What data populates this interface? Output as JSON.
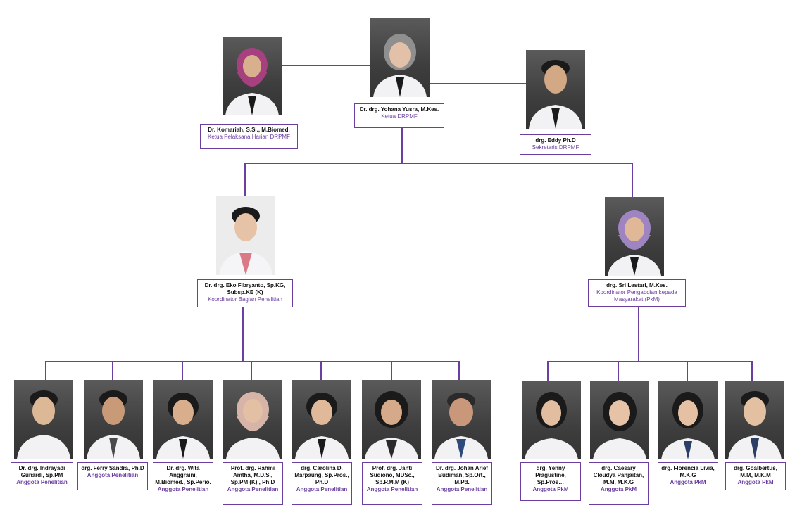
{
  "colors": {
    "connector": "#6b3fa0",
    "role_text": "#6b3fa0",
    "name_text": "#111111",
    "card_border": "#6b3fa0"
  },
  "top": {
    "head": {
      "name": "Dr. drg. Yohana Yusra, M.Kes.",
      "role": "Ketua DRPMF"
    },
    "left": {
      "name": "Dr. Komariah, S.Si., M.Biomed.",
      "role": "Ketua Pelaksana Harian DRPMF"
    },
    "right": {
      "name": "drg. Eddy Ph.D",
      "role": "Sekretaris DRPMF"
    }
  },
  "coordinators": {
    "research": {
      "name": "Dr. drg. Eko Fibryanto, Sp.KG, Subsp.KE (K)",
      "role": "Koordinator Bagian Penelitian"
    },
    "community": {
      "name": "drg. Sri Lestari, M.Kes.",
      "role": "Koordinator Pengabdian kepada Masyarakat  (PkM)"
    }
  },
  "research_members": [
    {
      "name": "Dr. drg. Indrayadi Gunardi, Sp.PM",
      "role": "Anggota Penelitian"
    },
    {
      "name": "drg. Ferry Sandra, Ph.D",
      "role": "Anggota Penelitian"
    },
    {
      "name": "Dr. drg. Wita Anggraini, M.Biomed., Sp.Perio.",
      "role": "Anggota Penelitian"
    },
    {
      "name": "Prof. drg. Rahmi Amtha, M.D.S., Sp.PM (K)., Ph.D",
      "role": "Anggota Penelitian"
    },
    {
      "name": "drg. Carolina D. Marpaung, Sp.Pros., Ph.D",
      "role": "Anggota Penelitian"
    },
    {
      "name": "Prof. drg. Janti Sudiono, MDSc., Sp.P.M.M (K)",
      "role": "Anggota Penelitian"
    },
    {
      "name": "Dr. drg. Johan Arief Budiman, Sp.Ort., M.Pd.",
      "role": "Anggota Penelitian"
    }
  ],
  "pkm_members": [
    {
      "name": "drg. Yenny Pragustine, Sp.Pros…",
      "role": "Anggota PkM"
    },
    {
      "name": "drg. Caesary Cloudya Panjaitan, M.M, M.K.G",
      "role": "Anggota PkM"
    },
    {
      "name": "drg. Florencia Livia, M.K.G",
      "role": "Anggota PkM"
    },
    {
      "name": "drg. Goalbertus, M.M, M.K.M",
      "role": "Anggota PkM"
    }
  ]
}
